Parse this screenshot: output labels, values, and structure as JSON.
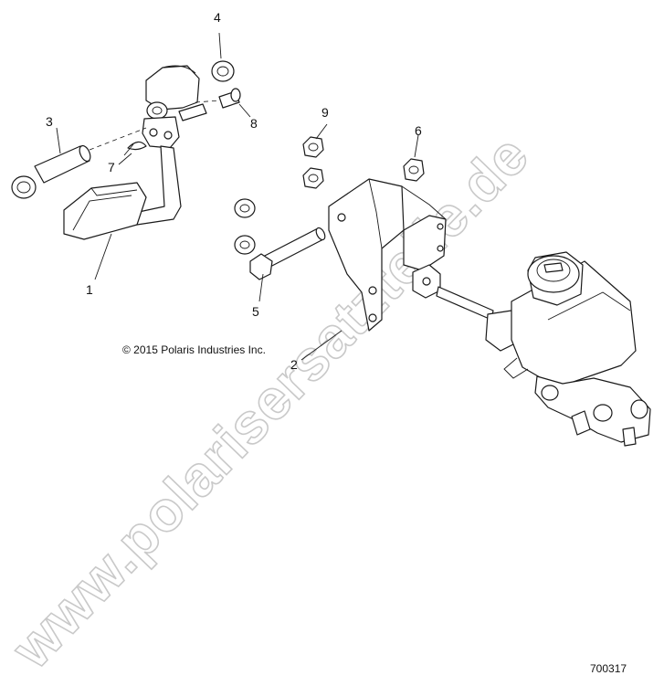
{
  "callouts": {
    "c1": "1",
    "c2": "2",
    "c3": "3",
    "c4": "4",
    "c5": "5",
    "c6": "6",
    "c7": "7",
    "c8": "8",
    "c9": "9"
  },
  "copyright": "© 2015 Polaris Industries Inc.",
  "drawing_number": "700317",
  "watermark": "www.polarisersatzteile.de",
  "colors": {
    "line": "#1a1a1a",
    "watermark": "#c9c9c9",
    "background": "#ffffff"
  }
}
